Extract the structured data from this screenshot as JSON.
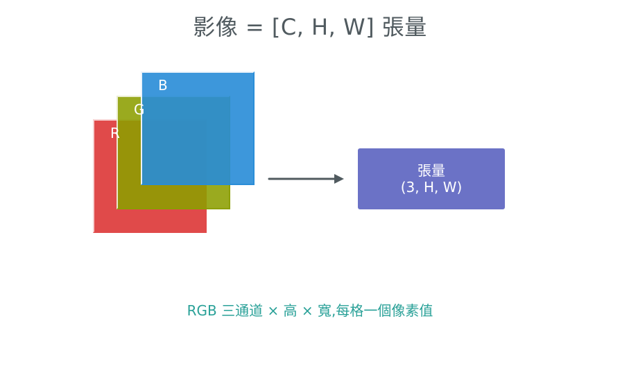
{
  "title": "影像 = [C, H, W] 張量",
  "channels": {
    "r": {
      "label": "R",
      "color": "#e04a4a"
    },
    "g": {
      "label": "G",
      "color": "#8c9e00"
    },
    "b": {
      "label": "B",
      "color": "#288cd7"
    }
  },
  "tensor": {
    "line1": "張量",
    "line2": "(3, H, W)",
    "color": "#6b72c6"
  },
  "arrow_color": "#505a5f",
  "caption": "RGB 三通道 × 高 × 寬,每格一個像素值",
  "caption_color": "#2aa198"
}
